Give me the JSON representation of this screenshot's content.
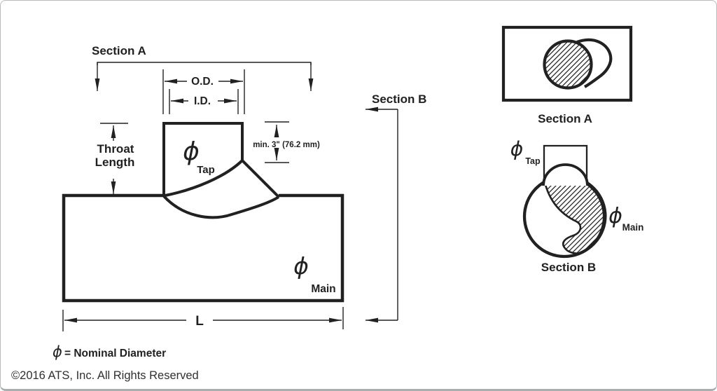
{
  "main_view": {
    "section_a_callout": "Section A",
    "section_b_callout": "Section B",
    "dims": {
      "od": "O.D.",
      "id": "I.D.",
      "throat_line1": "Throat",
      "throat_line2": "Length",
      "min_branch_height": "min. 3\" (76.2 mm)",
      "length": "L"
    },
    "labels": {
      "phi": "ϕ",
      "tap": "Tap",
      "main": "Main"
    }
  },
  "section_a_view": {
    "title": "Section A"
  },
  "section_b_view": {
    "title": "Section B",
    "phi": "ϕ",
    "tap": "Tap",
    "main": "Main"
  },
  "footnote": {
    "phi": "ϕ",
    "text": "= Nominal Diameter"
  },
  "copyright": "©2016 ATS, Inc. All Rights Reserved",
  "colors": {
    "ink": "#212121",
    "page_border": "#b6babd",
    "background": "#ffffff"
  }
}
